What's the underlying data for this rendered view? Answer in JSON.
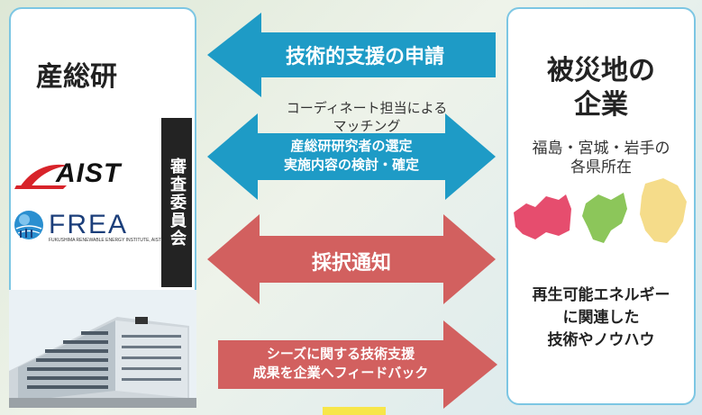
{
  "left": {
    "title": "産総研",
    "logo_aist": "AIST",
    "logo_frea": "FREA",
    "logo_frea_sub": "FUKUSHIMA RENEWABLE ENERGY INSTITUTE, AIST",
    "committee": "審査委員会"
  },
  "right": {
    "title_line1": "被災地の",
    "title_line2": "企業",
    "prefectures_line1": "福島・宮城・岩手の",
    "prefectures_line2": "各県所在",
    "tech_line1": "再生可能エネルギー",
    "tech_line2": "に関連した",
    "tech_line3": "技術やノウハウ"
  },
  "arrows": {
    "application": "技術的支援の申請",
    "matching_note_line1": "コーディネート担当による",
    "matching_note_line2": "マッチング",
    "selection_line1": "産総研研究者の選定",
    "selection_line2": "実施内容の検討・確定",
    "notification": "採択通知",
    "feedback_line1": "シーズに関する技術支援",
    "feedback_line2": "成果を企業へフィードバック"
  },
  "colors": {
    "blue_arrow": "#1e9bc6",
    "red_arrow": "#d2605f",
    "panel_border": "#7cc6e3",
    "fukushima": "#e64d6e",
    "miyagi": "#8cc65a",
    "iwate": "#f5dc8a"
  }
}
